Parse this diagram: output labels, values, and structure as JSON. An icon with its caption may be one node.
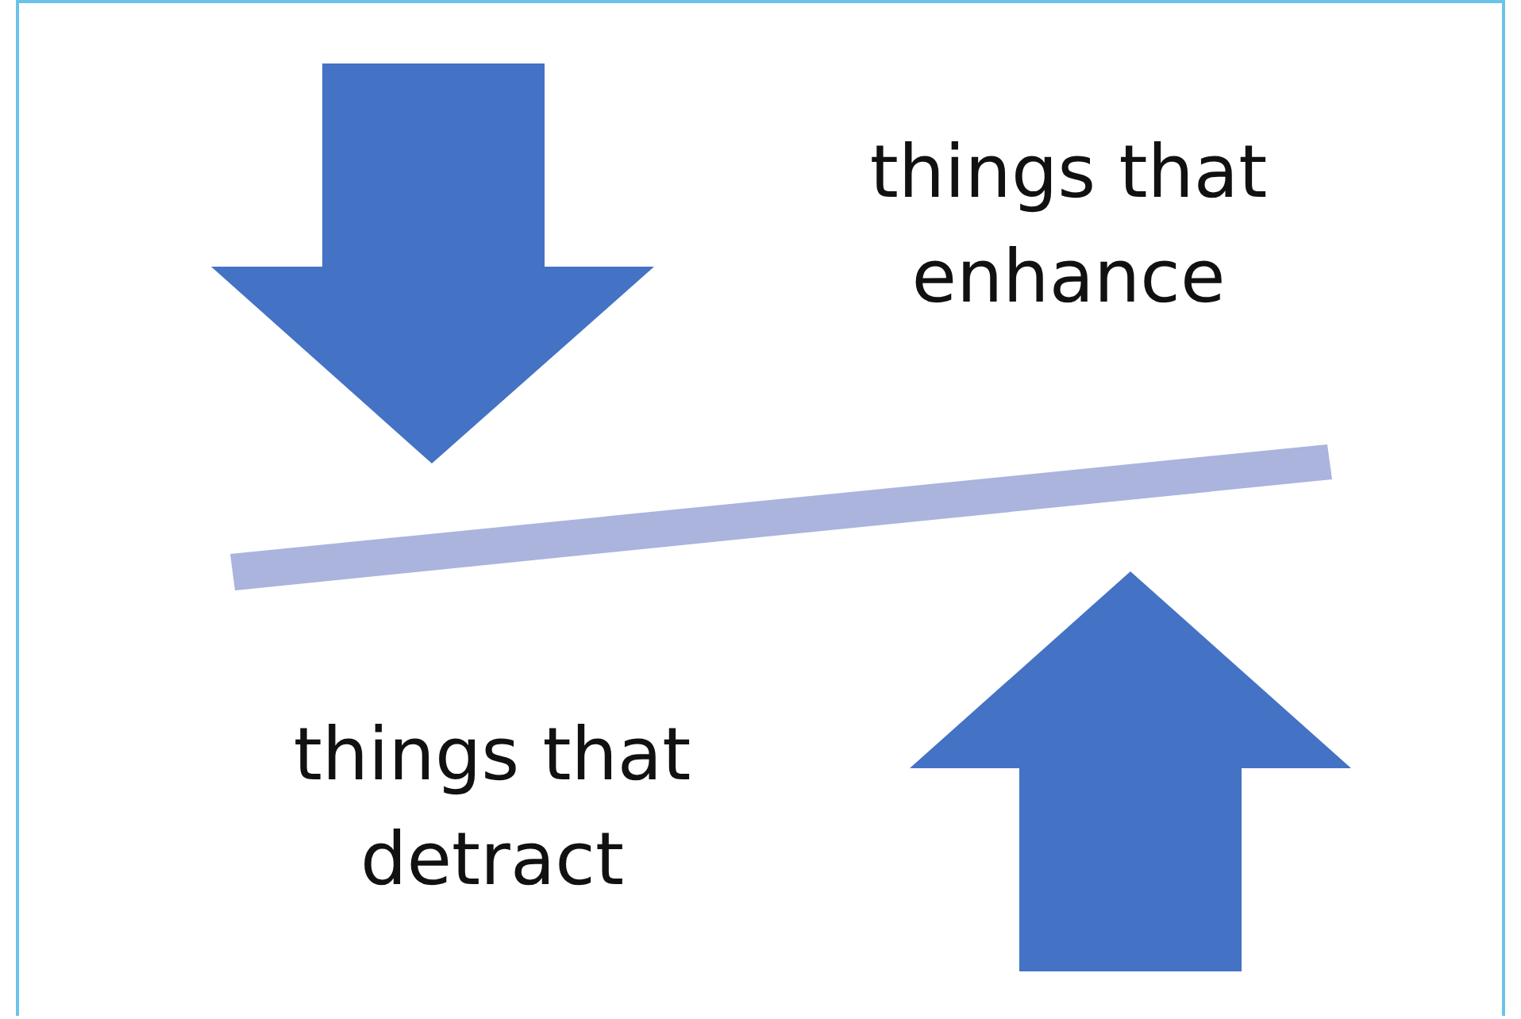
{
  "diagram": {
    "nodes": [
      {
        "text": [],
        "shape": "bar"
      }
    ],
    "labels": [
      "things that enhance",
      "things that detract"
    ]
  }
}
